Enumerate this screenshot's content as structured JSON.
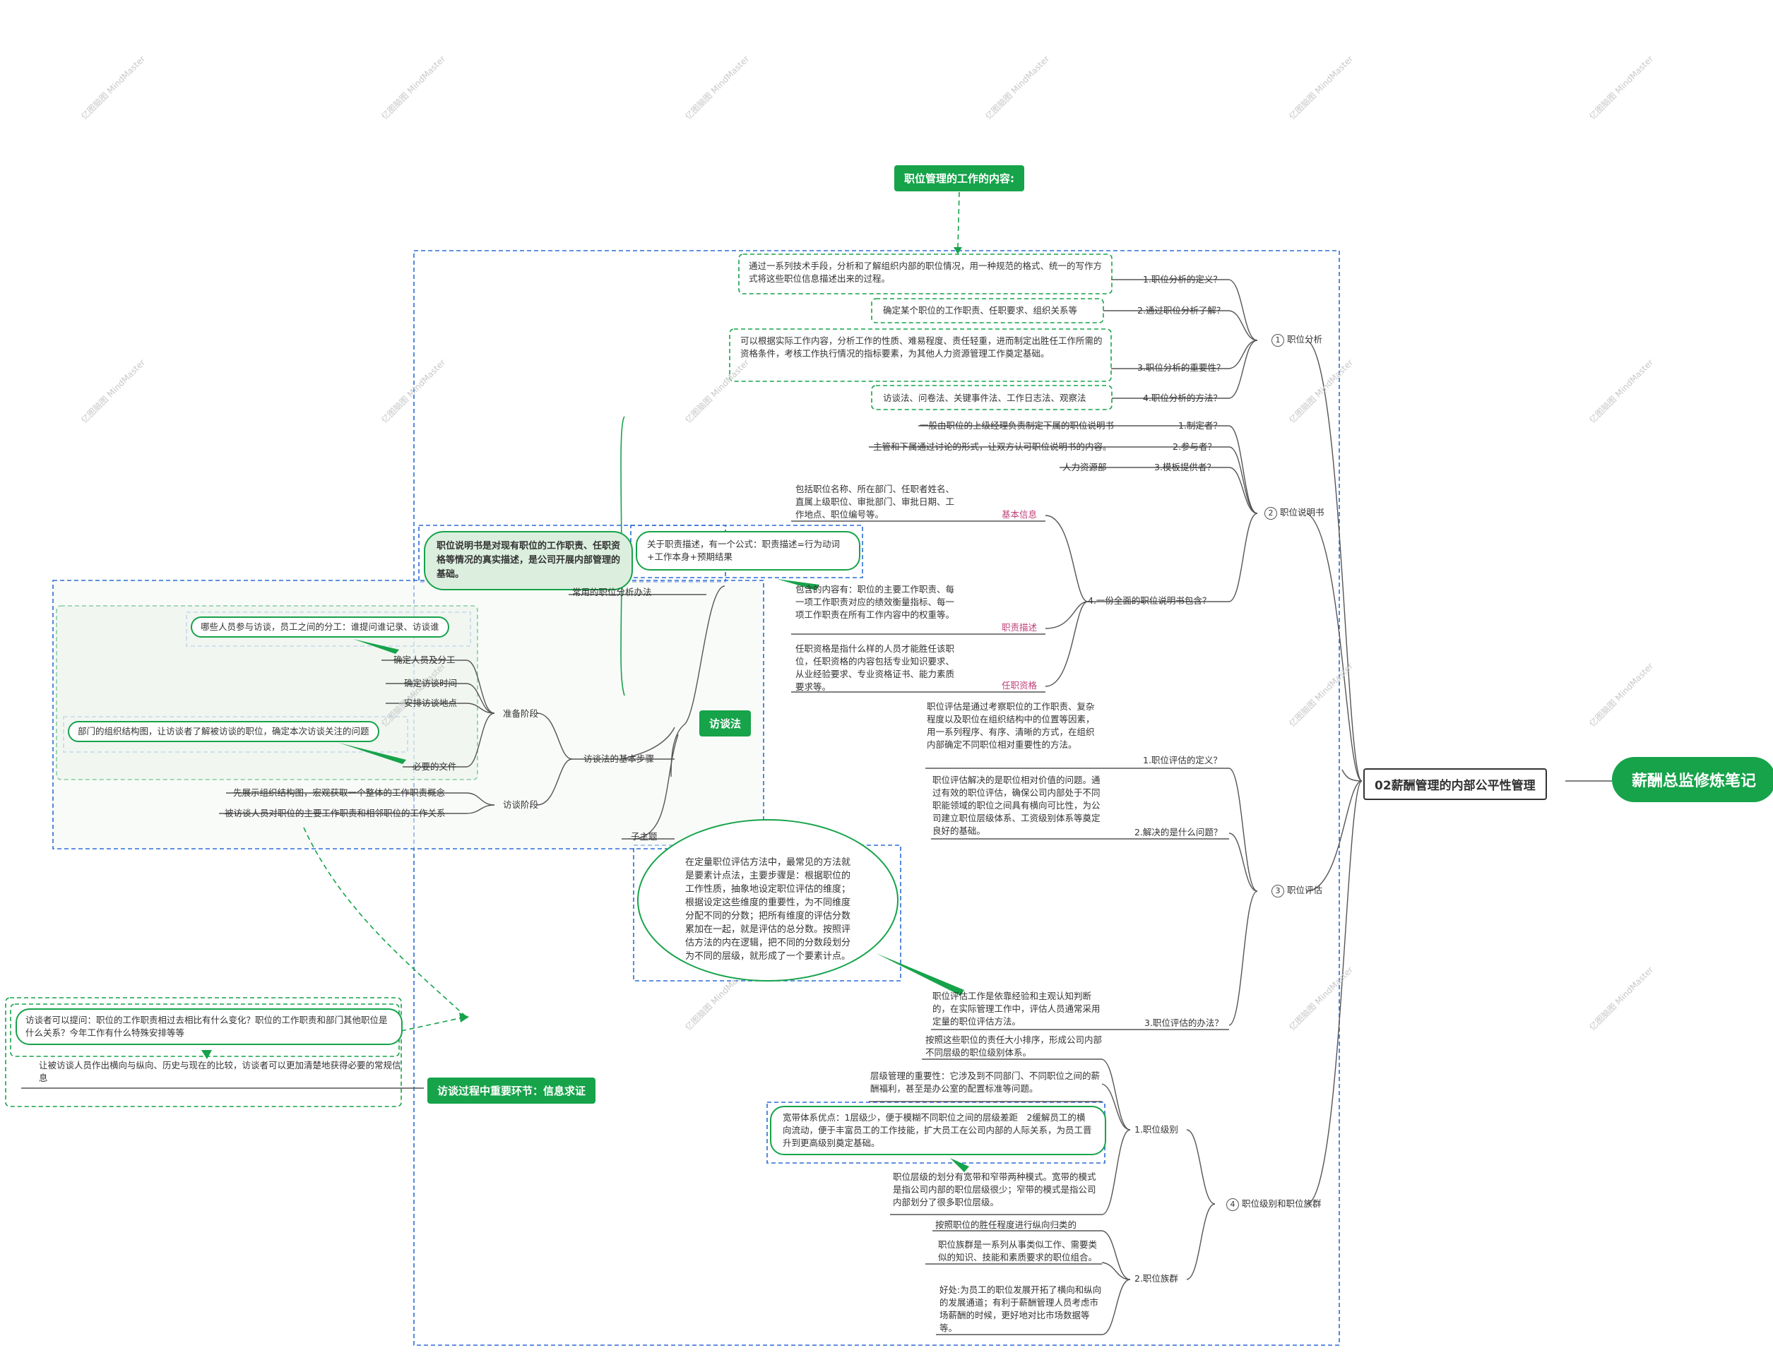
{
  "root": "薪酬总监修炼笔记",
  "main_topic": "02薪酬管理的内部公平性管理",
  "top_title": "职位管理的工作的内容:",
  "interview_title": "访谈法",
  "info_title": "访谈过程中重要环节：信息求证",
  "watermark": "亿图脑图 MindMaster",
  "branches": {
    "b1": {
      "num": "1",
      "label": "职位分析",
      "items": [
        {
          "label": "1.职位分析的定义？",
          "detail": "通过一系列技术手段，分析和了解组织内部的职位情况，用一种规范的格式、统一的写作方式将这些职位信息描述出来的过程。"
        },
        {
          "label": "2.通过职位分析了解？",
          "detail": "确定某个职位的工作职责、任职要求、组织关系等"
        },
        {
          "label": "3.职位分析的重要性？",
          "detail": "可以根据实际工作内容，分析工作的性质、难易程度、责任轻重，进而制定出胜任工作所需的资格条件，考核工作执行情况的指标要素，为其他人力资源管理工作奠定基础。"
        },
        {
          "label": "4.职位分析的方法？",
          "detail": "访谈法、问卷法、关键事件法、工作日志法、观察法"
        }
      ]
    },
    "b2": {
      "num": "2",
      "label": "职位说明书",
      "items": [
        {
          "label": "1.制定者？",
          "detail": "一般由职位的上级经理负责制定下属的职位说明书"
        },
        {
          "label": "2.参与者？",
          "detail": "主管和下属通过讨论的形式，让双方认可职位说明书的内容。"
        },
        {
          "label": "3.模板提供者？",
          "detail": "人力资源部"
        },
        {
          "label": "4.一份全面的职位说明书包含？"
        }
      ],
      "sub": [
        {
          "label": "基本信息",
          "detail": "包括职位名称、所在部门、任职者姓名、直属上级职位、审批部门、审批日期、工作地点、职位编号等。"
        },
        {
          "label": "职责描述",
          "detail": "包含的内容有：职位的主要工作职责、每一项工作职责对应的绩效衡量指标、每一项工作职责在所有工作内容中的权重等。"
        },
        {
          "label": "任职资格",
          "detail": "任职资格是指什么样的人员才能胜任该职位，任职资格的内容包括专业知识要求、从业经验要求、专业资格证书、能力素质要求等。"
        }
      ],
      "note1": "职位说明书是对现有职位的工作职责、任职资格等情况的真实描述，是公司开展内部管理的基础。",
      "note2": "关于职责描述，有一个公式：职责描述=行为动词+工作本身+预期结果"
    },
    "interview": {
      "method_label": "常用的职位分析办法",
      "steps_label": "访谈法的基本步骤",
      "subject_label": "子主题",
      "prep_label": "准备阶段",
      "talk_label": "访谈阶段",
      "prep_items": [
        "确定人员及分工",
        "确定访谈时间",
        "安排访谈地点",
        "必要的文件"
      ],
      "prep_note1": "哪些人员参与访谈，员工之间的分工：谁提问谁记录、访谈谁",
      "prep_note2": "部门的组织结构图，让访谈者了解被访谈的职位，确定本次访谈关注的问题",
      "talk_items": [
        "先展示组织结构图，宏观获取一个整体的工作职责概念",
        "被访谈人员对职位的主要工作职责和相邻职位的工作关系"
      ],
      "info_note1": "访谈者可以提问：职位的工作职责相过去相比有什么变化？职位的工作职责和部门其他职位是什么关系？今年工作有什么特殊安排等等",
      "info_note2": "让被访谈人员作出横向与纵向、历史与现在的比较，访谈者可以更加清楚地获得必要的常规信息"
    },
    "b3": {
      "num": "3",
      "label": "职位评估",
      "items": [
        {
          "label": "1.职位评估的定义？",
          "detail": "职位评估是通过考察职位的工作职责、复杂程度以及职位在组织结构中的位置等因素，用一系列程序、有序、清晰的方式，在组织内部确定不同职位相对重要性的方法。"
        },
        {
          "label": "2.解决的是什么问题？",
          "detail": "职位评估解决的是职位相对价值的问题。通过有效的职位评估，确保公司内部处于不同职能领域的职位之间具有横向可比性，为公司建立职位层级体系、工资级别体系等奠定良好的基础。"
        },
        {
          "label": "3.职位评估的办法？",
          "detail": "职位评估工作是依靠经验和主观认知判断的，在实际管理工作中，评估人员通常采用定量的职位评估方法。"
        }
      ],
      "ellipse_note": "在定量职位评估方法中，最常见的方法就是要素计点法，主要步骤是：根据职位的工作性质，抽象地设定职位评估的维度；根据设定这些维度的重要性，为不同维度分配不同的分数；把所有维度的评估分数累加在一起，就是评估的总分数。按照评估方法的内在逻辑，把不同的分数段划分为不同的层级，就形成了一个要素计点。"
    },
    "b4": {
      "num": "4",
      "label": "职位级别和职位族群",
      "grade_label": "1.职位级别",
      "family_label": "2.职位族群",
      "grade_items": [
        "按照这些职位的责任大小排序，形成公司内部不同层级的职位级别体系。",
        "层级管理的重要性：它涉及到不同部门、不同职位之间的薪酬福利，甚至是办公室的配置标准等问题。",
        "职位层级的划分有宽带和窄带两种模式。宽带的模式是指公司内部的职位层级很少；窄带的模式是指公司内部划分了很多职位层级。"
      ],
      "grade_note": "宽带体系优点：1层级少，便于模糊不同职位之间的层级差距　2缓解员工的横向流动，便于丰富员工的工作技能，扩大员工在公司内部的人际关系，为员工晋升到更高级别奠定基础。",
      "family_items": [
        "按照职位的胜任程度进行纵向归类的",
        "职位族群是一系列从事类似工作、需要类似的知识、技能和素质要求的职位组合。",
        "好处:为员工的职位发展开拓了横向和纵向的发展通道；有利于薪酬管理人员考虑市场薪酬的时候，更好地对比市场数据等等。"
      ]
    }
  }
}
